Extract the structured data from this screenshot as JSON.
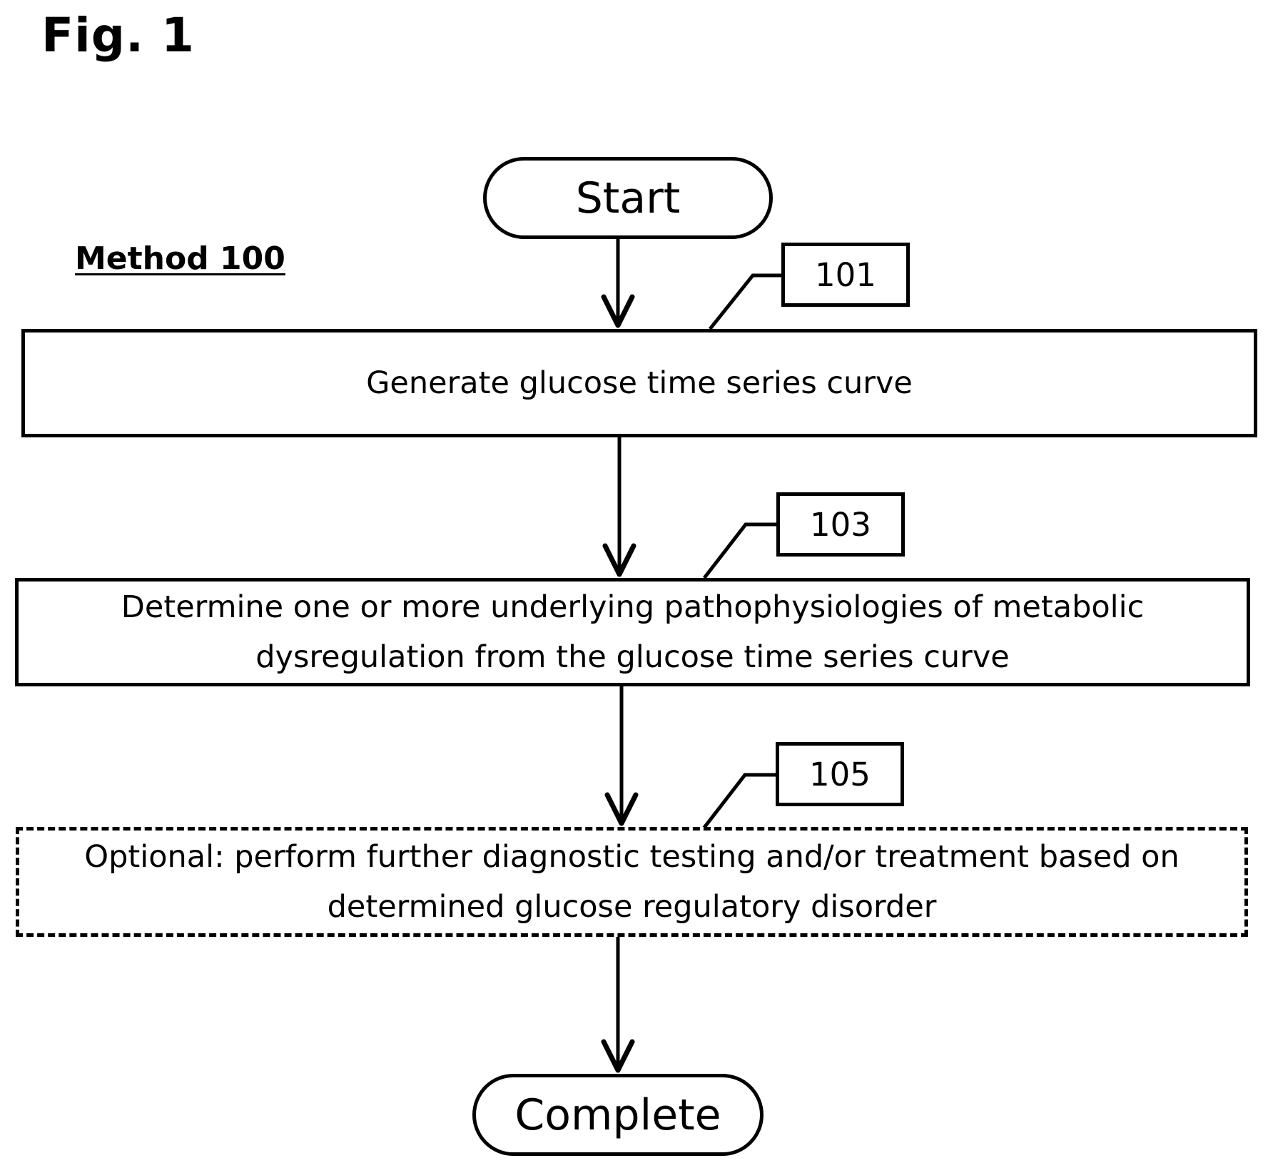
{
  "figure_label": "Fig. 1",
  "method_label": "Method 100",
  "nodes": {
    "start": "Start",
    "step_101": "Generate glucose time series curve",
    "step_103": "Determine one or more underlying pathophysiologies of metabolic dysregulation from the glucose time series curve",
    "step_105": "Optional: perform further diagnostic testing and/or treatment based on determined glucose regulatory disorder",
    "complete": "Complete"
  },
  "refs": {
    "r101": "101",
    "r103": "103",
    "r105": "105"
  }
}
